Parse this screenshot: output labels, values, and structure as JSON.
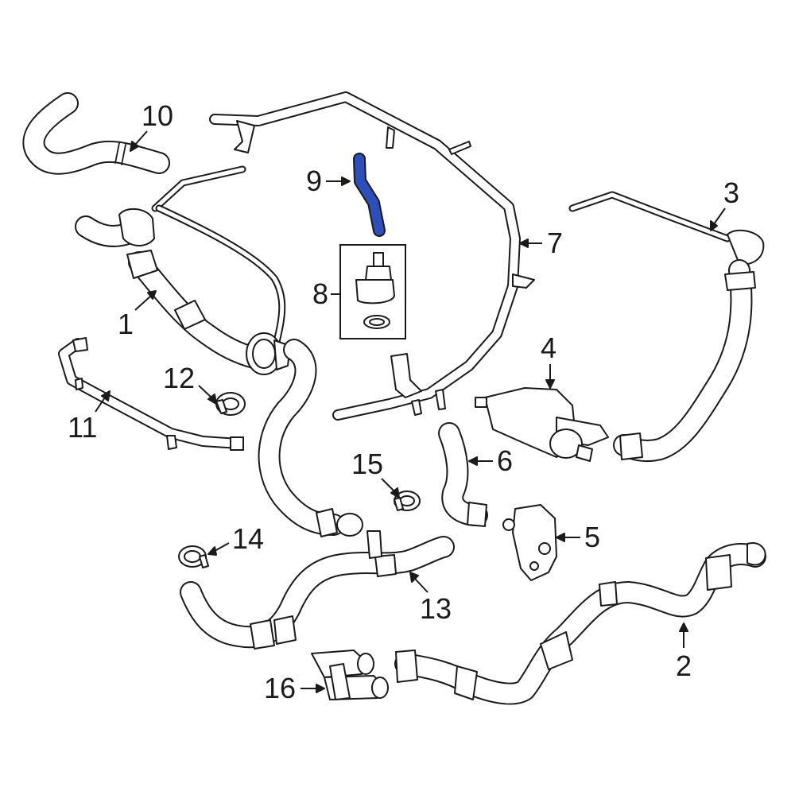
{
  "colors": {
    "line": "#1a1a1a",
    "highlight": "#2f4fb8",
    "background": "#ffffff"
  },
  "callouts": [
    {
      "id": "1",
      "label": "1"
    },
    {
      "id": "2",
      "label": "2"
    },
    {
      "id": "3",
      "label": "3"
    },
    {
      "id": "4",
      "label": "4"
    },
    {
      "id": "5",
      "label": "5"
    },
    {
      "id": "6",
      "label": "6"
    },
    {
      "id": "7",
      "label": "7"
    },
    {
      "id": "8",
      "label": "8"
    },
    {
      "id": "9",
      "label": "9"
    },
    {
      "id": "10",
      "label": "10"
    },
    {
      "id": "11",
      "label": "11"
    },
    {
      "id": "12",
      "label": "12"
    },
    {
      "id": "13",
      "label": "13"
    },
    {
      "id": "14",
      "label": "14"
    },
    {
      "id": "15",
      "label": "15"
    },
    {
      "id": "16",
      "label": "16"
    }
  ],
  "highlighted_part": "9"
}
